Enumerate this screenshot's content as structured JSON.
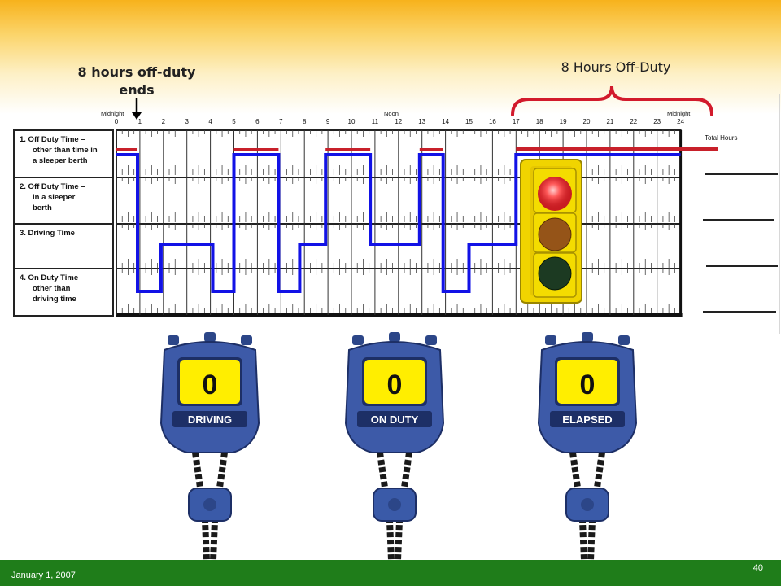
{
  "slide": {
    "annotation_left": "8 hours off-duty ends",
    "annotation_right": "8 Hours Off-Duty",
    "footer_date": "January 1, 2007",
    "page_number": "40"
  },
  "logbook": {
    "midnight_left": "Midnight",
    "noon": "Noon",
    "midnight_right": "Midnight",
    "total_hours": "Total Hours",
    "hours": [
      "0",
      "1",
      "2",
      "3",
      "4",
      "5",
      "6",
      "7",
      "8",
      "9",
      "10",
      "11",
      "12",
      "13",
      "14",
      "15",
      "16",
      "17",
      "18",
      "19",
      "20",
      "21",
      "22",
      "23",
      "24"
    ],
    "rows": [
      {
        "lines": [
          "1.  Off Duty Time –",
          "other than time in",
          "a sleeper berth"
        ]
      },
      {
        "lines": [
          "2.  Off Duty Time –",
          "in a sleeper",
          "berth"
        ]
      },
      {
        "lines": [
          "3.  Driving Time"
        ]
      },
      {
        "lines": [
          "4.  On Duty Time –",
          "other than",
          "driving time"
        ]
      }
    ],
    "duty_graph": {
      "segments": [
        {
          "status": "off_duty",
          "start_hour": 0,
          "end_hour": 0.9
        },
        {
          "status": "on_duty",
          "start_hour": 0.9,
          "end_hour": 1.9
        },
        {
          "status": "driving",
          "start_hour": 1.9,
          "end_hour": 4.1
        },
        {
          "status": "on_duty",
          "start_hour": 4.1,
          "end_hour": 5.0
        },
        {
          "status": "off_duty",
          "start_hour": 5.0,
          "end_hour": 6.9
        },
        {
          "status": "on_duty",
          "start_hour": 6.9,
          "end_hour": 7.8
        },
        {
          "status": "driving",
          "start_hour": 7.8,
          "end_hour": 8.9
        },
        {
          "status": "off_duty",
          "start_hour": 8.9,
          "end_hour": 10.8
        },
        {
          "status": "driving",
          "start_hour": 10.8,
          "end_hour": 12.9
        },
        {
          "status": "off_duty",
          "start_hour": 12.9,
          "end_hour": 13.9
        },
        {
          "status": "on_duty",
          "start_hour": 13.9,
          "end_hour": 15.0
        },
        {
          "status": "driving",
          "start_hour": 15.0,
          "end_hour": 17.0
        },
        {
          "status": "off_duty",
          "start_hour": 17.0,
          "end_hour": 24.0
        }
      ]
    }
  },
  "stopwatches": [
    {
      "value": "0",
      "label": "DRIVING"
    },
    {
      "value": "0",
      "label": "ON DUTY"
    },
    {
      "value": "0",
      "label": "ELAPSED"
    }
  ],
  "traffic_light": {
    "lit": "red",
    "colors": {
      "red": "#e8262a",
      "amber": "#9c5a1c",
      "green": "#1c3a22",
      "housing": "#f0d400"
    }
  },
  "colors": {
    "off_duty_line": "#c8202a",
    "graph_line": "#1212e6",
    "bracket": "#d21a2c",
    "stopwatch_body": "#3d5aa8",
    "stopwatch_screen": "#ffee00",
    "footer": "#1f7d1a"
  }
}
